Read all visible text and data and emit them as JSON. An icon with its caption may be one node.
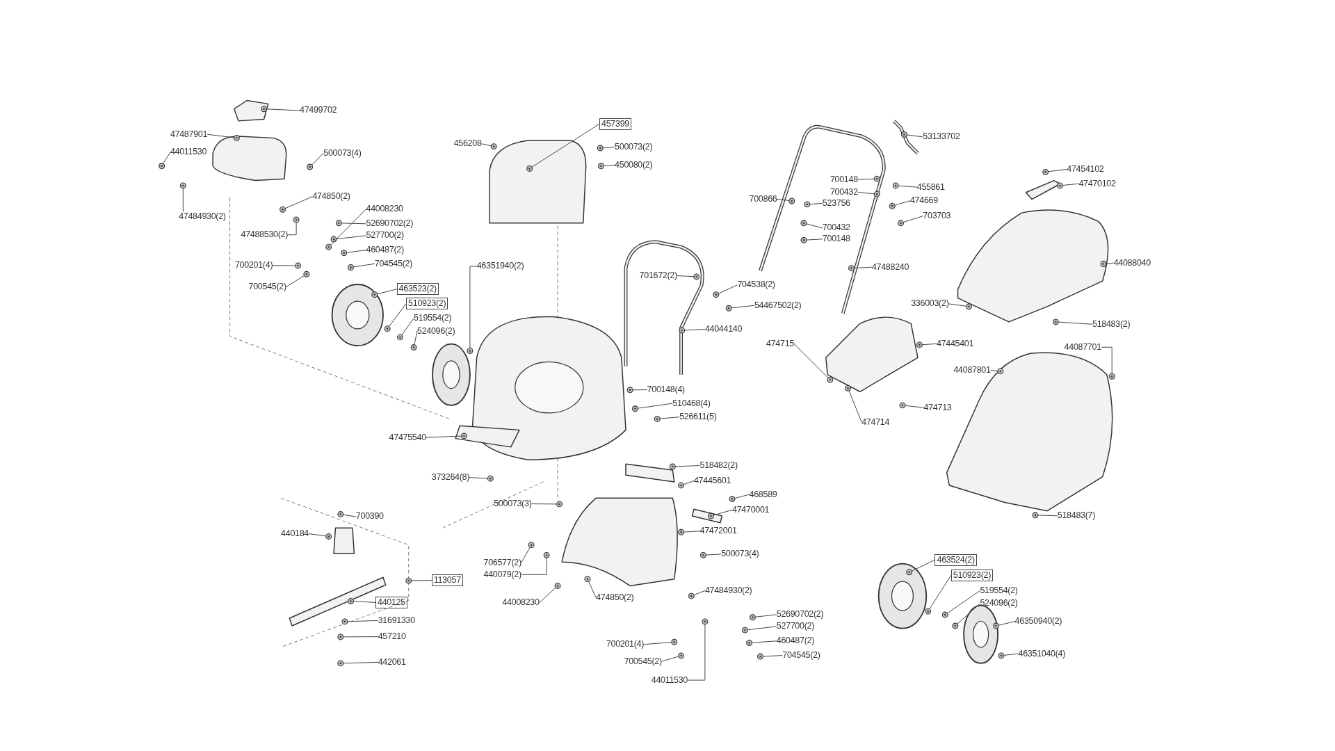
{
  "diagram": {
    "nodes": [
      {
        "text": [
          "47499702"
        ]
      },
      {
        "text": [
          "47487901"
        ]
      },
      {
        "text": [
          "44011530"
        ]
      },
      {
        "text": [
          "500073(4)"
        ]
      },
      {
        "text": [
          "47484930(2)"
        ]
      },
      {
        "text": [
          "474850(2)"
        ]
      },
      {
        "text": [
          "44008230"
        ]
      },
      {
        "text": [
          "52690702(2)"
        ]
      },
      {
        "text": [
          "527700(2)"
        ]
      },
      {
        "text": [
          "47488530(2)"
        ]
      },
      {
        "text": [
          "460487(2)"
        ]
      },
      {
        "text": [
          "704545(2)"
        ]
      },
      {
        "text": [
          "700201(4)"
        ]
      },
      {
        "text": [
          "700545(2)"
        ]
      },
      {
        "text": [
          "463523(2)"
        ]
      },
      {
        "text": [
          "510923(2)"
        ]
      },
      {
        "text": [
          "519554(2)"
        ]
      },
      {
        "text": [
          "524096(2)"
        ]
      },
      {
        "text": [
          "46351940(2)"
        ]
      },
      {
        "text": [
          "456208"
        ]
      },
      {
        "text": [
          "457399"
        ]
      },
      {
        "text": [
          "500073(2)"
        ]
      },
      {
        "text": [
          "450080(2)"
        ]
      },
      {
        "text": [
          "701672(2)"
        ]
      },
      {
        "text": [
          "704538(2)"
        ]
      },
      {
        "text": [
          "54467502(2)"
        ]
      },
      {
        "text": [
          "44044140"
        ]
      },
      {
        "text": [
          "700148(4)"
        ]
      },
      {
        "text": [
          "510468(4)"
        ]
      },
      {
        "text": [
          "526611(5)"
        ]
      },
      {
        "text": [
          "47475540"
        ]
      },
      {
        "text": [
          "373264(8)"
        ]
      },
      {
        "text": [
          "500073(3)"
        ]
      },
      {
        "text": [
          "700390"
        ]
      },
      {
        "text": [
          "440184"
        ]
      },
      {
        "text": [
          "113057"
        ]
      },
      {
        "text": [
          "440125"
        ]
      },
      {
        "text": [
          "31691330"
        ]
      },
      {
        "text": [
          "457210"
        ]
      },
      {
        "text": [
          "442061"
        ]
      },
      {
        "text": [
          "706577(2)"
        ]
      },
      {
        "text": [
          "440079(2)"
        ]
      },
      {
        "text": [
          "44008230"
        ]
      },
      {
        "text": [
          "474850(2)"
        ]
      },
      {
        "text": [
          "518482(2)"
        ]
      },
      {
        "text": [
          "47445601"
        ]
      },
      {
        "text": [
          "468589"
        ]
      },
      {
        "text": [
          "47470001"
        ]
      },
      {
        "text": [
          "47472001"
        ]
      },
      {
        "text": [
          "500073(4)"
        ]
      },
      {
        "text": [
          "47484930(2)"
        ]
      },
      {
        "text": [
          "700201(4)"
        ]
      },
      {
        "text": [
          "700545(2)"
        ]
      },
      {
        "text": [
          "44011530"
        ]
      },
      {
        "text": [
          "52690702(2)"
        ]
      },
      {
        "text": [
          "527700(2)"
        ]
      },
      {
        "text": [
          "460487(2)"
        ]
      },
      {
        "text": [
          "704545(2)"
        ]
      },
      {
        "text": [
          "463524(2)"
        ]
      },
      {
        "text": [
          "510923(2)"
        ]
      },
      {
        "text": [
          "519554(2)"
        ]
      },
      {
        "text": [
          "524096(2)"
        ]
      },
      {
        "text": [
          "46350940(2)"
        ]
      },
      {
        "text": [
          "46351040(4)"
        ]
      },
      {
        "text": [
          "53133702"
        ]
      },
      {
        "text": [
          "700148"
        ]
      },
      {
        "text": [
          "700432"
        ]
      },
      {
        "text": [
          "455861"
        ]
      },
      {
        "text": [
          "700866"
        ]
      },
      {
        "text": [
          "523756"
        ]
      },
      {
        "text": [
          "474669"
        ]
      },
      {
        "text": [
          "700432"
        ]
      },
      {
        "text": [
          "700148"
        ]
      },
      {
        "text": [
          "703703"
        ]
      },
      {
        "text": [
          "47488240"
        ]
      },
      {
        "text": [
          "47454102"
        ]
      },
      {
        "text": [
          "47470102"
        ]
      },
      {
        "text": [
          "44088040"
        ]
      },
      {
        "text": [
          "336003(2)"
        ]
      },
      {
        "text": [
          "518483(2)"
        ]
      },
      {
        "text": [
          "474715"
        ]
      },
      {
        "text": [
          "47445401"
        ]
      },
      {
        "text": [
          "44087701"
        ]
      },
      {
        "text": [
          "44087801"
        ]
      },
      {
        "text": [
          "474713"
        ]
      },
      {
        "text": [
          "474714"
        ]
      },
      {
        "text": [
          "518483(7)"
        ]
      },
      {
        "text": [],
        "shape": "picture"
      },
      {
        "text": [],
        "shape": "picture"
      },
      {
        "text": [],
        "shape": "picture"
      },
      {
        "text": [],
        "shape": "picture"
      },
      {
        "text": [],
        "shape": "picture"
      },
      {
        "text": [],
        "shape": "picture"
      },
      {
        "text": [],
        "shape": "picture"
      },
      {
        "text": [],
        "shape": "picture"
      },
      {
        "text": [],
        "shape": "picture"
      },
      {
        "text": [],
        "shape": "picture"
      },
      {
        "text": [],
        "shape": "picture"
      },
      {
        "text": [],
        "shape": "picture"
      },
      {
        "text": [],
        "shape": "picture"
      },
      {
        "text": [],
        "shape": "picture"
      },
      {
        "text": [],
        "shape": "picture"
      },
      {
        "text": [],
        "shape": "picture"
      },
      {
        "text": [],
        "shape": "picture"
      },
      {
        "text": [],
        "shape": "picture"
      },
      {
        "text": [],
        "shape": "picture"
      },
      {
        "text": [],
        "shape": "picture"
      },
      {
        "text": [],
        "shape": "picture"
      },
      {
        "text": [],
        "shape": "picture"
      },
      {
        "text": [],
        "shape": "picture"
      },
      {
        "text": [],
        "shape": "picture"
      },
      {
        "text": [],
        "shape": "picture"
      },
      {
        "text": [],
        "shape": "picture"
      },
      {
        "text": [],
        "shape": "picture"
      },
      {
        "text": [],
        "shape": "picture"
      },
      {
        "text": [],
        "shape": "picture"
      },
      {
        "text": [],
        "shape": "picture"
      },
      {
        "text": [],
        "shape": "picture"
      },
      {
        "text": [],
        "shape": "picture"
      },
      {
        "text": [],
        "shape": "picture"
      },
      {
        "text": [],
        "shape": "picture"
      },
      {
        "text": [],
        "shape": "picture"
      },
      {
        "text": [],
        "shape": "picture"
      },
      {
        "text": [],
        "shape": "picture"
      },
      {
        "text": [],
        "shape": "picture"
      },
      {
        "text": [],
        "shape": "picture"
      },
      {
        "text": [],
        "shape": "picture"
      },
      {
        "text": [],
        "shape": "picture"
      },
      {
        "text": [],
        "shape": "picture"
      },
      {
        "text": [],
        "shape": "picture"
      },
      {
        "text": [],
        "shape": "picture"
      },
      {
        "text": [],
        "shape": "picture"
      },
      {
        "text": [],
        "shape": "picture"
      },
      {
        "text": [],
        "shape": "picture"
      },
      {
        "text": [],
        "shape": "picture"
      },
      {
        "text": [],
        "shape": "picture"
      },
      {
        "text": [],
        "shape": "picture"
      },
      {
        "text": [],
        "shape": "picture"
      },
      {
        "text": [],
        "shape": "picture"
      },
      {
        "text": [],
        "shape": "picture"
      },
      {
        "text": [],
        "shape": "picture"
      },
      {
        "text": [],
        "shape": "picture"
      },
      {
        "text": [],
        "shape": "picture"
      },
      {
        "text": [],
        "shape": "picture"
      },
      {
        "text": [],
        "shape": "picture"
      },
      {
        "text": [],
        "shape": "picture"
      },
      {
        "text": [],
        "shape": "picture"
      },
      {
        "text": [],
        "shape": "picture"
      },
      {
        "text": [],
        "shape": "picture"
      },
      {
        "text": [],
        "shape": "picture"
      },
      {
        "text": [],
        "shape": "picture"
      },
      {
        "text": [],
        "shape": "picture"
      },
      {
        "text": [],
        "shape": "picture"
      },
      {
        "text": [],
        "shape": "picture"
      },
      {
        "text": [],
        "shape": "picture"
      },
      {
        "text": [],
        "shape": "picture"
      },
      {
        "text": [],
        "shape": "picture"
      },
      {
        "text": [],
        "shape": "picture"
      },
      {
        "text": [],
        "shape": "picture"
      },
      {
        "text": [],
        "shape": "picture"
      },
      {
        "text": [],
        "shape": "picture"
      },
      {
        "text": [],
        "shape": "picture"
      },
      {
        "text": [],
        "shape": "picture"
      },
      {
        "text": [],
        "shape": "picture"
      },
      {
        "text": [],
        "shape": "picture"
      },
      {
        "text": [],
        "shape": "picture"
      },
      {
        "text": [],
        "shape": "picture"
      },
      {
        "text": [],
        "shape": "picture"
      },
      {
        "text": [],
        "shape": "picture"
      },
      {
        "text": [],
        "shape": "picture"
      },
      {
        "text": [],
        "shape": "picture"
      },
      {
        "text": [],
        "shape": "picture"
      },
      {
        "text": [],
        "shape": "picture"
      },
      {
        "text": [],
        "shape": "picture"
      }
    ],
    "edges": [
      {
        "from": 0,
        "to": 87,
        "arrow": "none"
      },
      {
        "from": 1,
        "to": 88,
        "arrow": "none"
      },
      {
        "from": 2,
        "to": 89,
        "arrow": "none"
      },
      {
        "from": 3,
        "to": 90,
        "arrow": "none"
      },
      {
        "from": 4,
        "to": 91,
        "arrow": "none"
      },
      {
        "from": 5,
        "to": 92,
        "arrow": "none"
      },
      {
        "from": 6,
        "to": 93,
        "arrow": "none"
      },
      {
        "from": 7,
        "to": 94,
        "arrow": "none"
      },
      {
        "from": 8,
        "to": 95,
        "arrow": "none"
      },
      {
        "from": 9,
        "to": 96,
        "arrow": "none"
      },
      {
        "from": 10,
        "to": 97,
        "arrow": "none"
      },
      {
        "from": 11,
        "to": 98,
        "arrow": "none"
      },
      {
        "from": 12,
        "to": 99,
        "arrow": "none"
      },
      {
        "from": 13,
        "to": 100,
        "arrow": "none"
      },
      {
        "from": 14,
        "to": 101,
        "arrow": "none"
      },
      {
        "from": 15,
        "to": 102,
        "arrow": "none"
      },
      {
        "from": 16,
        "to": 103,
        "arrow": "none"
      },
      {
        "from": 17,
        "to": 104,
        "arrow": "none"
      },
      {
        "from": 18,
        "to": 105,
        "arrow": "none"
      },
      {
        "from": 19,
        "to": 106,
        "arrow": "none"
      },
      {
        "from": 20,
        "to": 107,
        "arrow": "none"
      },
      {
        "from": 21,
        "to": 108,
        "arrow": "none"
      },
      {
        "from": 22,
        "to": 109,
        "arrow": "none"
      },
      {
        "from": 23,
        "to": 110,
        "arrow": "none"
      },
      {
        "from": 24,
        "to": 111,
        "arrow": "none"
      },
      {
        "from": 25,
        "to": 112,
        "arrow": "none"
      },
      {
        "from": 26,
        "to": 113,
        "arrow": "none"
      },
      {
        "from": 27,
        "to": 114,
        "arrow": "none"
      },
      {
        "from": 28,
        "to": 115,
        "arrow": "none"
      },
      {
        "from": 29,
        "to": 116,
        "arrow": "none"
      },
      {
        "from": 30,
        "to": 117,
        "arrow": "none"
      },
      {
        "from": 31,
        "to": 118,
        "arrow": "none"
      },
      {
        "from": 32,
        "to": 119,
        "arrow": "none"
      },
      {
        "from": 33,
        "to": 120,
        "arrow": "none"
      },
      {
        "from": 34,
        "to": 121,
        "arrow": "none"
      },
      {
        "from": 35,
        "to": 122,
        "arrow": "none"
      },
      {
        "from": 36,
        "to": 123,
        "arrow": "none"
      },
      {
        "from": 37,
        "to": 124,
        "arrow": "none"
      },
      {
        "from": 38,
        "to": 125,
        "arrow": "none"
      },
      {
        "from": 39,
        "to": 126,
        "arrow": "none"
      },
      {
        "from": 40,
        "to": 127,
        "arrow": "none"
      },
      {
        "from": 41,
        "to": 128,
        "arrow": "none"
      },
      {
        "from": 42,
        "to": 129,
        "arrow": "none"
      },
      {
        "from": 43,
        "to": 130,
        "arrow": "none"
      },
      {
        "from": 44,
        "to": 131,
        "arrow": "none"
      },
      {
        "from": 45,
        "to": 132,
        "arrow": "none"
      },
      {
        "from": 46,
        "to": 133,
        "arrow": "none"
      },
      {
        "from": 47,
        "to": 134,
        "arrow": "none"
      },
      {
        "from": 48,
        "to": 135,
        "arrow": "none"
      },
      {
        "from": 49,
        "to": 136,
        "arrow": "none"
      },
      {
        "from": 50,
        "to": 137,
        "arrow": "none"
      },
      {
        "from": 51,
        "to": 138,
        "arrow": "none"
      },
      {
        "from": 52,
        "to": 139,
        "arrow": "none"
      },
      {
        "from": 53,
        "to": 140,
        "arrow": "none"
      },
      {
        "from": 54,
        "to": 141,
        "arrow": "none"
      },
      {
        "from": 55,
        "to": 142,
        "arrow": "none"
      },
      {
        "from": 56,
        "to": 143,
        "arrow": "none"
      },
      {
        "from": 57,
        "to": 144,
        "arrow": "none"
      },
      {
        "from": 58,
        "to": 145,
        "arrow": "none"
      },
      {
        "from": 59,
        "to": 146,
        "arrow": "none"
      },
      {
        "from": 60,
        "to": 147,
        "arrow": "none"
      },
      {
        "from": 61,
        "to": 148,
        "arrow": "none"
      },
      {
        "from": 62,
        "to": 149,
        "arrow": "none"
      },
      {
        "from": 63,
        "to": 150,
        "arrow": "none"
      },
      {
        "from": 64,
        "to": 151,
        "arrow": "none"
      },
      {
        "from": 65,
        "to": 152,
        "arrow": "none"
      },
      {
        "from": 66,
        "to": 153,
        "arrow": "none"
      },
      {
        "from": 67,
        "to": 154,
        "arrow": "none"
      },
      {
        "from": 68,
        "to": 155,
        "arrow": "none"
      },
      {
        "from": 69,
        "to": 156,
        "arrow": "none"
      },
      {
        "from": 70,
        "to": 157,
        "arrow": "none"
      },
      {
        "from": 71,
        "to": 158,
        "arrow": "none"
      },
      {
        "from": 72,
        "to": 159,
        "arrow": "none"
      },
      {
        "from": 73,
        "to": 160,
        "arrow": "none"
      },
      {
        "from": 74,
        "to": 161,
        "arrow": "none"
      },
      {
        "from": 75,
        "to": 162,
        "arrow": "none"
      },
      {
        "from": 76,
        "to": 163,
        "arrow": "none"
      },
      {
        "from": 77,
        "to": 164,
        "arrow": "none"
      },
      {
        "from": 78,
        "to": 165,
        "arrow": "none"
      },
      {
        "from": 79,
        "to": 166,
        "arrow": "none"
      },
      {
        "from": 80,
        "to": 167,
        "arrow": "none"
      },
      {
        "from": 81,
        "to": 168,
        "arrow": "none"
      },
      {
        "from": 82,
        "to": 169,
        "arrow": "none"
      },
      {
        "from": 83,
        "to": 170,
        "arrow": "none"
      },
      {
        "from": 84,
        "to": 171,
        "arrow": "none"
      },
      {
        "from": 85,
        "to": 172,
        "arrow": "none"
      },
      {
        "from": 86,
        "to": 173,
        "arrow": "none"
      }
    ]
  }
}
